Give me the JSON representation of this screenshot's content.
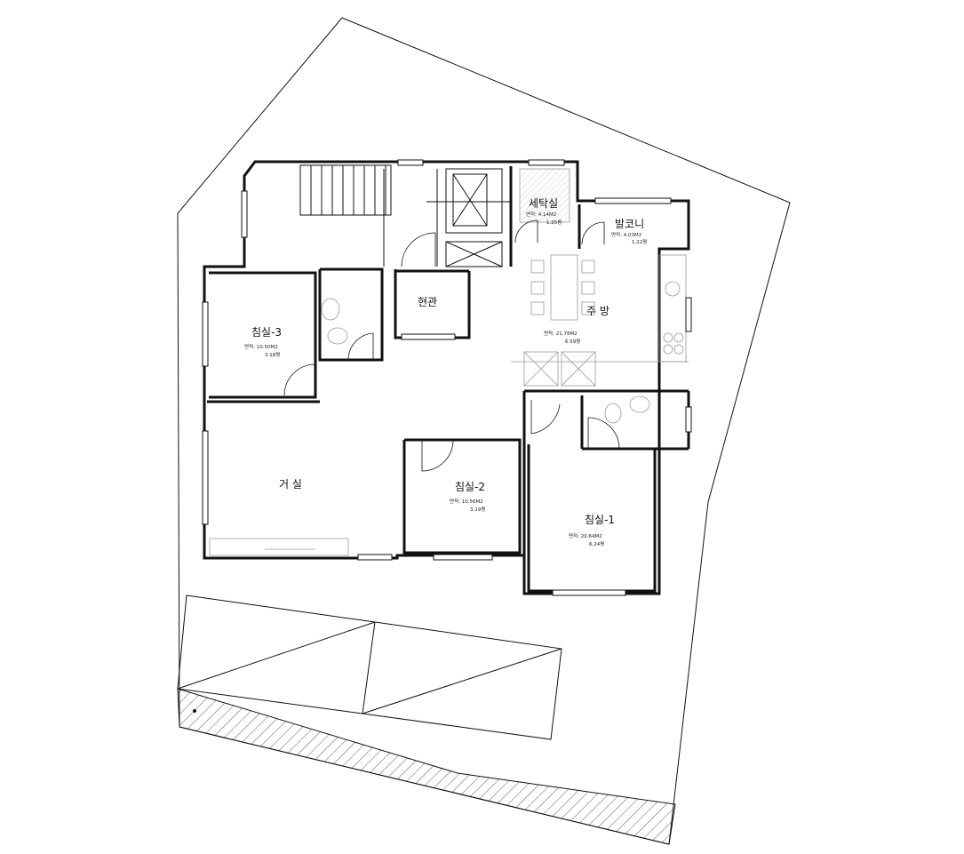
{
  "rooms": {
    "laundry": {
      "name": "세탁실",
      "area": "4.14M2",
      "pyeong": "1.25"
    },
    "balcony": {
      "name": "발코니",
      "area": "4.03M2",
      "pyeong": "1.22"
    },
    "kitchen": {
      "name": "주 방",
      "area": "21.78M2",
      "pyeong": "6.59"
    },
    "entrance": {
      "name": "현관"
    },
    "bedroom3": {
      "name": "침실-3",
      "area": "10.50M2",
      "pyeong": "3.18"
    },
    "living": {
      "name": "거 실"
    },
    "bedroom2": {
      "name": "침실-2",
      "area": "10.56M2",
      "pyeong": "3.19"
    },
    "bedroom1": {
      "name": "침실-1",
      "area": "20.64M2",
      "pyeong": "6.24"
    }
  },
  "colors": {
    "wall": "#111111",
    "fixture": "#999999",
    "background": "#ffffff"
  }
}
